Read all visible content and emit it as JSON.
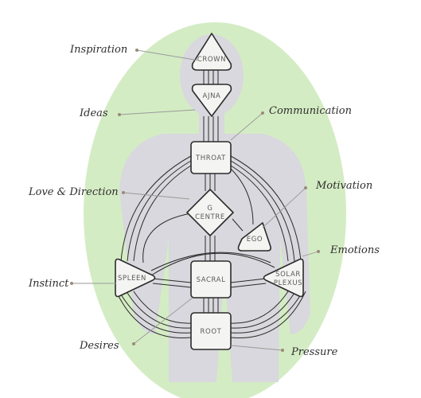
{
  "colors": {
    "aura": "#d4ecc4",
    "body_silhouette": "#d8d8de",
    "center_fill": "#f4f4f2",
    "outline": "#2b2b2b",
    "leader_line": "#9a9a9a"
  },
  "centers": {
    "crown": "CROWN",
    "ajna": "AJNA",
    "throat": "THROAT",
    "g_centre_line1": "G",
    "g_centre_line2": "CENTRE",
    "ego": "EGO",
    "spleen": "SPLEEN",
    "sacral": "SACRAL",
    "solar_plexus_line1": "SOLAR",
    "solar_plexus_line2": "PLEXUS",
    "root": "ROOT"
  },
  "callouts": {
    "inspiration": "Inspiration",
    "ideas": "Ideas",
    "communication": "Communication",
    "love_direction": "Love & Direction",
    "motivation": "Motivation",
    "emotions": "Emotions",
    "instinct": "Instinct",
    "desires": "Desires",
    "pressure": "Pressure"
  }
}
